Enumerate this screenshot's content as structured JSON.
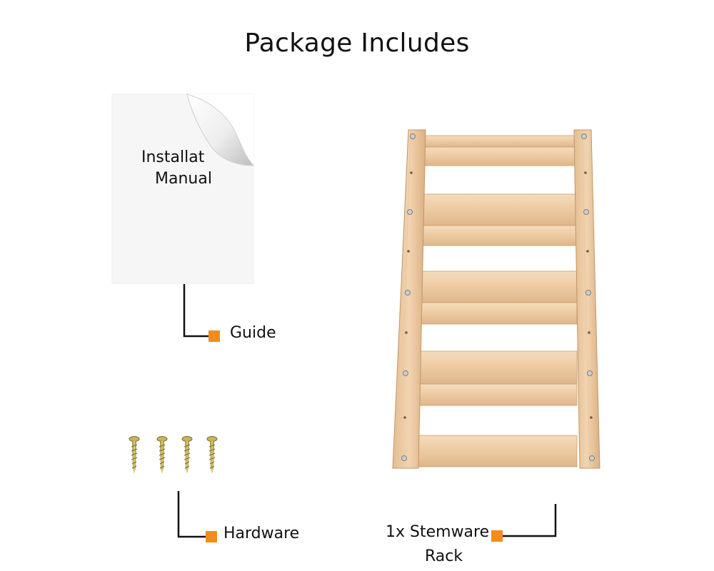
{
  "title": "Package Includes",
  "manual": {
    "line1": "Installat",
    "line2": "Manual"
  },
  "callouts": {
    "guide": "Guide",
    "hardware": "Hardware",
    "rack_line1": "1x Stemware",
    "rack_line2": "Rack"
  },
  "colors": {
    "accent": "#f28c1c",
    "wood_light": "#f3d6b3",
    "wood_mid": "#e8c298",
    "wood_dark": "#d9ad7f",
    "line": "#111111"
  }
}
